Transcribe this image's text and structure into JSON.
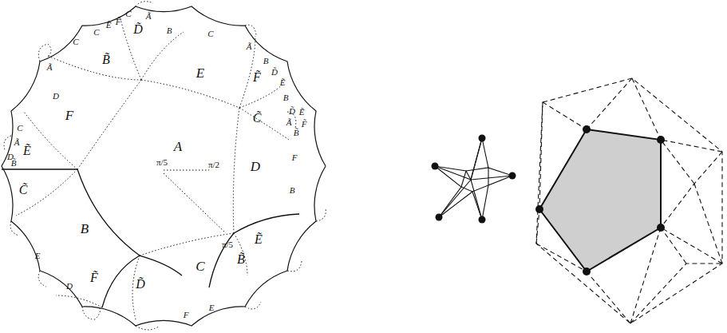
{
  "diagram": {
    "labels": [
      "A",
      "π/5",
      "π/2",
      "π/5",
      "E",
      "F̃",
      "C̃",
      "D",
      "Ẽ",
      "B̃",
      "C",
      "D̃",
      "F̃",
      "B",
      "C̃",
      "Ẽ",
      "F",
      "B̃",
      "D̃",
      "C",
      "Ã",
      "F̃",
      "Ẽ",
      "C",
      "B",
      "C",
      "Ã",
      "B",
      "D̃",
      "Ẽ",
      "B",
      "D̃",
      "Ẽ",
      "Ã",
      "F̃",
      "B̃",
      "F",
      "B",
      "F",
      "E",
      "D",
      "E",
      "B̃",
      "D",
      "Ã",
      "C",
      "D",
      "Ã",
      "C"
    ]
  }
}
